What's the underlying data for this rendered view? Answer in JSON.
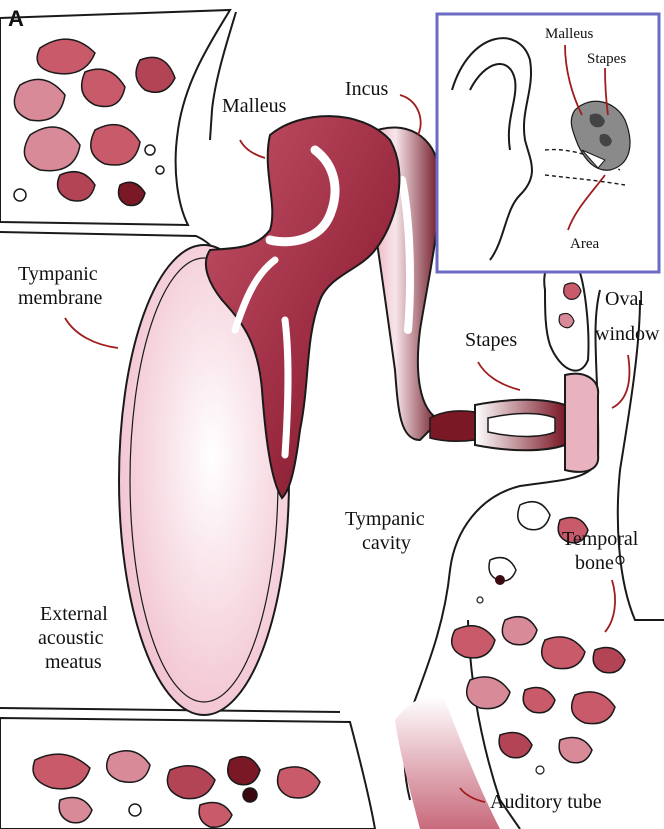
{
  "panel_letter": "A",
  "labels": {
    "malleus": "Malleus",
    "incus": "Incus",
    "tympanic_membrane_1": "Tympanic",
    "tympanic_membrane_2": "membrane",
    "stapes": "Stapes",
    "oval_window_1": "Oval",
    "oval_window_2": "window",
    "tympanic_cavity_1": "Tympanic",
    "tympanic_cavity_2": "cavity",
    "temporal_bone_1": "Temporal",
    "temporal_bone_2": "bone",
    "external_meatus_1": "External",
    "external_meatus_2": "acoustic",
    "external_meatus_3": "meatus",
    "auditory_tube": "Auditory tube"
  },
  "inset": {
    "malleus": "Malleus",
    "stapes": "Stapes",
    "area": "Area"
  },
  "colors": {
    "ossicle_dark": "#7a1826",
    "ossicle_mid": "#a8324a",
    "ossicle_light": "#d37b8c",
    "membrane": "#f4c9d3",
    "bone_spot": "#c85a6a",
    "arrow": "#a01d1d",
    "inset_border": "#6b6bc4"
  }
}
